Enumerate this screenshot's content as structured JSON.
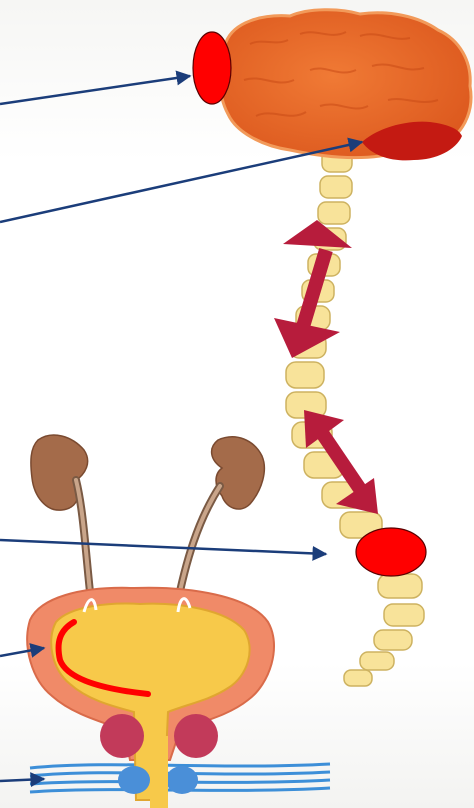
{
  "figure": {
    "kind": "neurogenic-bladder-anatomy-diagram",
    "text_labels": [],
    "structures": [
      "brain",
      "brainstem-pons",
      "spinal-cord",
      "kidneys",
      "ureters",
      "bladder",
      "detrusor-muscle",
      "prostate",
      "urethra",
      "external-sphincter",
      "pelvic-floor"
    ],
    "markers": [
      "cortex-lesion-marker",
      "sacral-cord-marker",
      "bladder-wall-red-line"
    ],
    "arrows": [
      "pointer-arrow-1",
      "pointer-arrow-2",
      "pointer-arrow-3",
      "pointer-arrow-4",
      "pointer-arrow-5"
    ],
    "connection_arrows": [
      "pons-cord-double-arrow",
      "cord-sacral-double-arrow"
    ]
  },
  "colors": {
    "brain": "#e8672a",
    "brain_outline": "#f29a5a",
    "brainstem": "#c41a12",
    "vertebra": "#f8e39a",
    "vertebra_outline": "#cdb260",
    "marker_red": "#ff0000",
    "connection_arrow": "#b71c3c",
    "pointer_arrow": "#1b3d7a",
    "kidney": "#a46b4a",
    "bladder_outer": "#f08a68",
    "bladder_inner": "#f7c94a",
    "prostate": "#c23a5a",
    "sphincter": "#4a8fd8",
    "pelvic_floor": "#3d8fd8"
  }
}
